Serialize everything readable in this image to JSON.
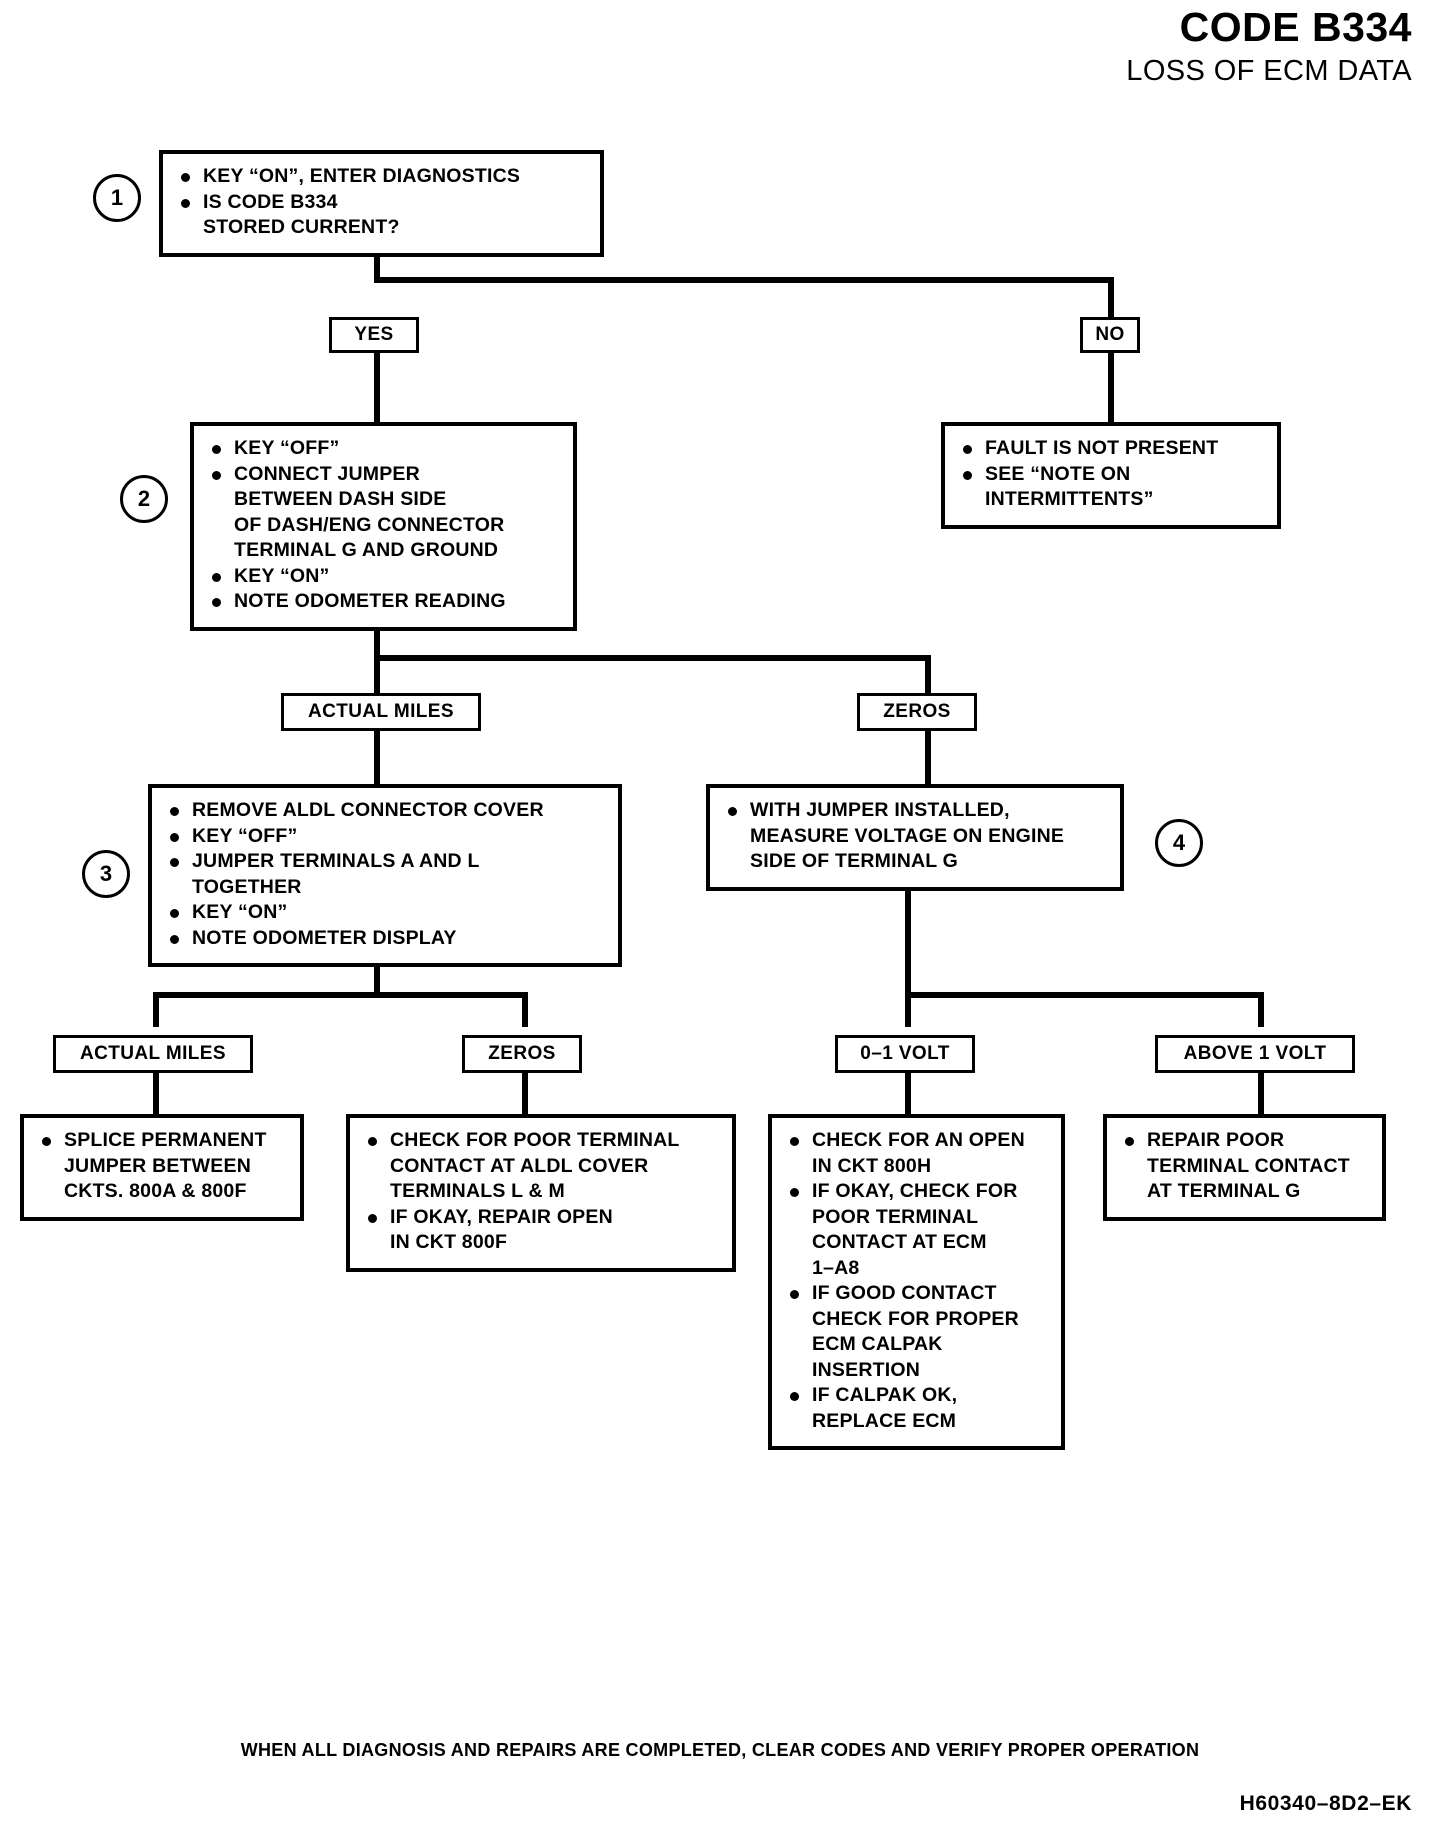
{
  "header": {
    "code_title": "CODE B334",
    "subtitle": "LOSS OF ECM DATA"
  },
  "steps": {
    "one": "1",
    "two": "2",
    "three": "3",
    "four": "4"
  },
  "boxes": {
    "step1": {
      "lines": [
        "KEY “ON”, ENTER DIAGNOSTICS",
        "IS CODE B334\nSTORED CURRENT?"
      ]
    },
    "step2": {
      "lines": [
        "KEY “OFF”",
        "CONNECT JUMPER\nBETWEEN DASH SIDE\nOF DASH/ENG CONNECTOR\nTERMINAL G AND GROUND",
        "KEY “ON”",
        "NOTE ODOMETER READING"
      ]
    },
    "no_branch": {
      "lines": [
        "FAULT IS NOT PRESENT",
        "SEE “NOTE ON\nINTERMITTENTS”"
      ]
    },
    "step3": {
      "lines": [
        "REMOVE ALDL CONNECTOR COVER",
        "KEY “OFF”",
        "JUMPER TERMINALS A AND L\nTOGETHER",
        "KEY “ON”",
        "NOTE ODOMETER DISPLAY"
      ]
    },
    "step4": {
      "lines": [
        "WITH JUMPER INSTALLED,\nMEASURE VOLTAGE ON ENGINE\nSIDE OF TERMINAL G"
      ]
    },
    "result_actual_miles": {
      "lines": [
        "SPLICE PERMANENT\nJUMPER BETWEEN\nCKTS. 800A & 800F"
      ]
    },
    "result_zeros": {
      "lines": [
        "CHECK FOR POOR TERMINAL\nCONTACT AT ALDL COVER\nTERMINALS L & M",
        "IF OKAY, REPAIR OPEN\nIN CKT 800F"
      ]
    },
    "result_0_1_volt": {
      "lines": [
        "CHECK FOR AN OPEN\nIN CKT 800H",
        "IF OKAY, CHECK FOR\nPOOR TERMINAL\nCONTACT AT ECM\n1–A8",
        "IF GOOD CONTACT\nCHECK FOR PROPER\nECM CALPAK\nINSERTION",
        "IF CALPAK OK,\nREPLACE ECM"
      ]
    },
    "result_above_1_volt": {
      "lines": [
        "REPAIR POOR\nTERMINAL CONTACT\nAT TERMINAL G"
      ]
    }
  },
  "decisions": {
    "yes": "YES",
    "no": "NO",
    "actual_miles_1": "ACTUAL MILES",
    "zeros_1": "ZEROS",
    "actual_miles_2": "ACTUAL MILES",
    "zeros_2": "ZEROS",
    "volt_0_1": "0–1 VOLT",
    "volt_above_1": "ABOVE 1 VOLT"
  },
  "footer": {
    "note": "WHEN ALL DIAGNOSIS AND REPAIRS ARE COMPLETED, CLEAR CODES AND VERIFY PROPER OPERATION",
    "doc_code": "H60340–8D2–EK"
  }
}
